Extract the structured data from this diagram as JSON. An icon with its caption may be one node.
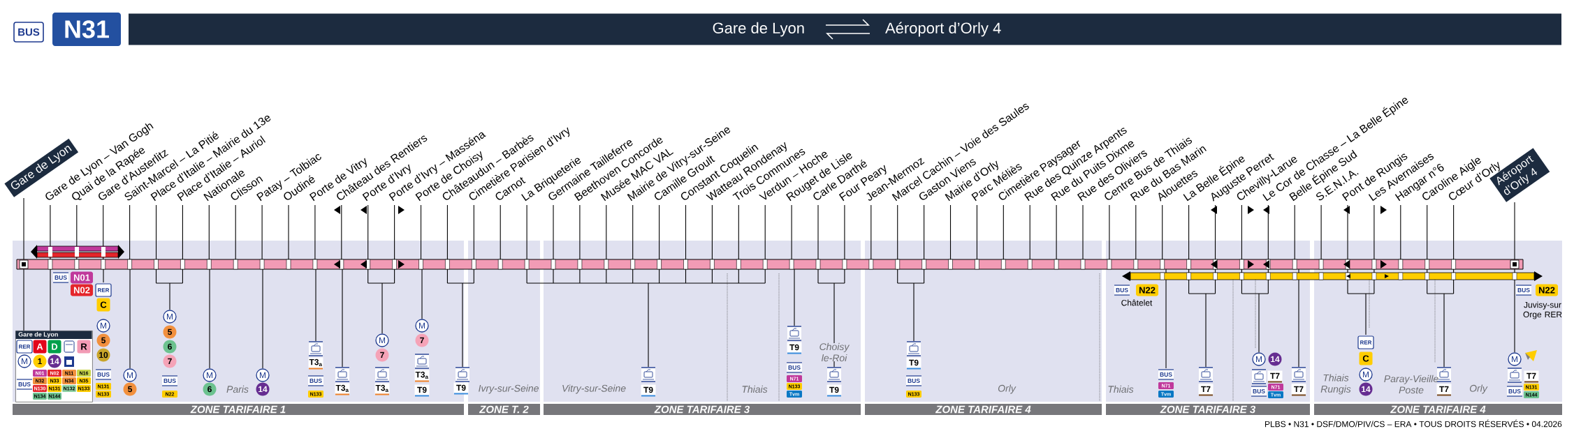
{
  "diagram": {
    "nodes": [
      {
        "text": [
          "BUS"
        ]
      },
      {
        "text": [
          "N31"
        ]
      },
      {
        "text": [
          "Gare de Lyon",
          "Aéroport d’Orly 4"
        ]
      },
      {
        "text": [
          "Gare de Lyon"
        ]
      },
      {
        "text": [
          "Aéroport d’Orly 4"
        ]
      },
      {
        "text": [
          "Gare de Lyon",
          "RER",
          "A",
          "D",
          "R",
          "M",
          "1",
          "14",
          "BUS",
          "N01",
          "N02",
          "N11",
          "N16",
          "N32",
          "N33",
          "N34",
          "N35",
          "N130",
          "N131",
          "N132",
          "N133",
          "N134",
          "N144"
        ]
      },
      {
        "text": [
          "ZONE TARIFAIRE 1"
        ]
      },
      {
        "text": [
          "ZONE T. 2"
        ]
      },
      {
        "text": [
          "ZONE TARIFAIRE 3"
        ]
      },
      {
        "text": [
          "ZONE TARIFAIRE 4"
        ]
      },
      {
        "text": [
          "ZONE TARIFAIRE 3"
        ]
      },
      {
        "text": [
          "ZONE TARIFAIRE 4"
        ]
      }
    ],
    "labels": [
      "Gare de Lyon – Van Gogh",
      "Quai de la Rapée",
      "Gare d’Austerlitz",
      "Saint-Marcel – La Pitié",
      "Place d’Italie – Mairie du 13e",
      "Place d’Italie – Auriol",
      "Nationale",
      "Clisson",
      "Patay – Tolbiac",
      "Oudiné",
      "Porte de Vitry",
      "Château des Rentiers",
      "Porte d’Ivry",
      "Porte d’Ivry – Masséna",
      "Porte de Choisy",
      "Châteaudun – Barbès",
      "Cimetière Parisien d’Ivry",
      "Carnot",
      "La Briqueterie",
      "Germaine Tailleferre",
      "Beethoven Concorde",
      "Musée MAC VAL",
      "Mairie de Vitry-sur-Seine",
      "Camille Groult",
      "Constant Coquelin",
      "Watteau Rondenay",
      "Trois Communes",
      "Verdun – Hoche",
      "Rouget de Lisle",
      "Carle Darthé",
      "Four Peary",
      "Jean-Mermoz",
      "Marcel Cachin – Voie des Saules",
      "Gaston Viens",
      "Mairie d’Orly",
      "Parc Méliès",
      "Cimetière Paysager",
      "Rue des Quinze Arpents",
      "Rue du Puits Dixme",
      "Rue des Oliviers",
      "Centre Bus de Thiais",
      "Rue du Bas Marin",
      "Alouettes",
      "La Belle Épine",
      "Auguste Perret",
      "Chevilly-Larue",
      "Le Cor de Chasse – La Belle Épine",
      "Belle Épine Sud",
      "S.E.N.I.A.",
      "Pont de Rungis",
      "Les Avernaises",
      "Hangar n°6",
      "Caroline Aigle",
      "Cœur d’Orly",
      "BUS",
      "N01",
      "N02",
      "RER",
      "C",
      "M",
      "5",
      "10",
      "BUS",
      "N131",
      "N133",
      "M",
      "5",
      "M",
      "5",
      "6",
      "7",
      "BUS",
      "N22",
      "M",
      "6",
      "M",
      "14",
      "T3$_{a}$",
      "BUS",
      "N133",
      "T3$_{a}$",
      "M",
      "7",
      "T3$_{a}$",
      "M",
      "7",
      "T3$_{a}$",
      "T9",
      "T9",
      "T9",
      "T9",
      "BUS",
      "N71",
      "N133",
      "Tvm",
      "T9",
      "T9",
      "BUS",
      "N133",
      "BUS",
      "N22",
      "Châtelet",
      "BUS",
      "N71",
      "Tvm",
      "T7",
      "M",
      "14",
      "T7",
      "BUS",
      "N71",
      "Tvm",
      "T7",
      "RER",
      "C",
      "M",
      "14",
      "T7",
      "M",
      "T7",
      "BUS",
      "N131",
      "N144",
      "BUS",
      "N22",
      "Juvisy-sur Orge RER",
      "Paris",
      "Ivry-sur-Seine",
      "Vitry-sur-Seine",
      "Thiais",
      "Choisy le-Roi",
      "Orly",
      "Thiais",
      "Thiais Rungis",
      "Paray-Vieille Poste",
      "Orly",
      "PLBS • N31 • DSF/DMO/PIV/CS – ERA • TOUS DROITS RÉSERVÉS • 04.2026"
    ]
  }
}
